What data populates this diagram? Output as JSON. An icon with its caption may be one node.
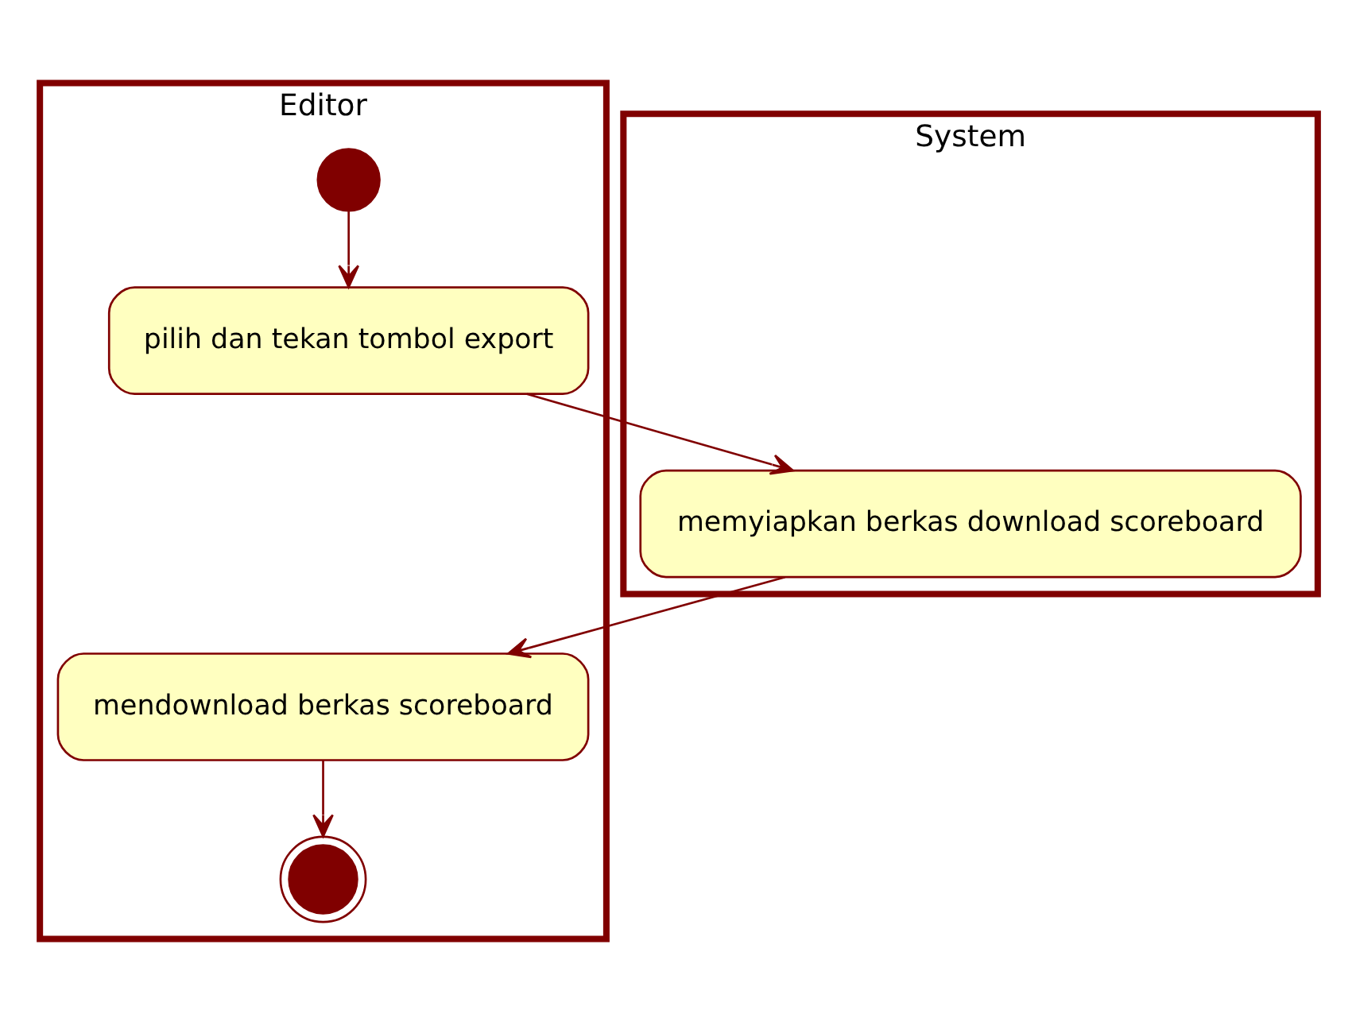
{
  "diagram": {
    "nodes": [
      {
        "text": [
          "Editor"
        ]
      },
      {
        "text": [
          "System"
        ]
      },
      {
        "text": [],
        "shape": "circle",
        "in": 0
      },
      {
        "text": [
          "pilih dan tekan tombol export"
        ],
        "in": 0
      },
      {
        "text": [
          "memyiapkan berkas download scoreboard"
        ],
        "in": 1
      },
      {
        "text": [
          "mendownload berkas scoreboard"
        ],
        "in": 0
      },
      {
        "text": [],
        "shape": "circle",
        "in": 0
      }
    ],
    "edges": [
      {
        "from": 2,
        "to": 3,
        "arrow": "to"
      },
      {
        "from": 3,
        "to": 4,
        "arrow": "to"
      },
      {
        "from": 4,
        "to": 5,
        "arrow": "to"
      },
      {
        "from": 5,
        "to": 6,
        "arrow": "to"
      }
    ]
  }
}
